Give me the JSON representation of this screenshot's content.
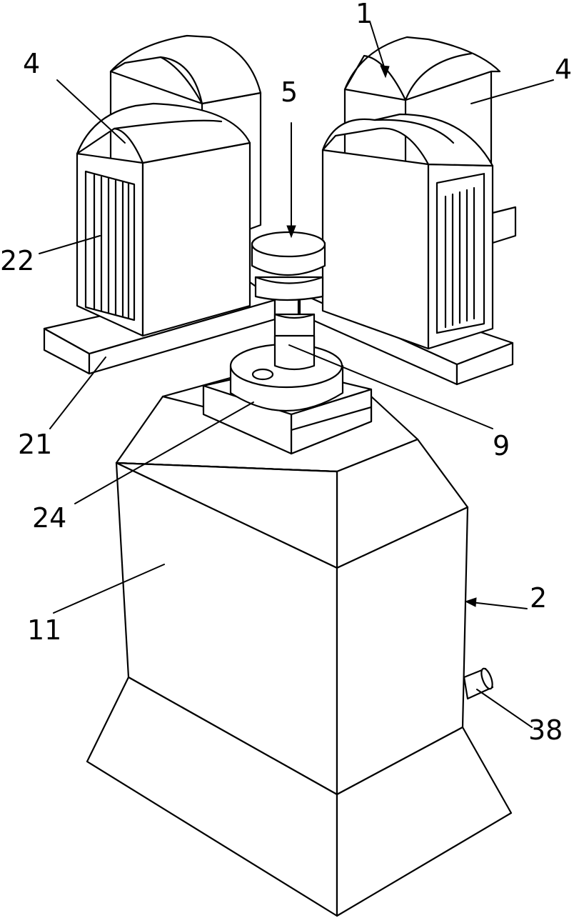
{
  "figure": {
    "labels": {
      "motor_1": "1",
      "housing_2": "2",
      "motor_4_left": "4",
      "motor_4_right": "4",
      "drive_5": "5",
      "shaft_9": "9",
      "body_11": "11",
      "base_21": "21",
      "vent_22": "22",
      "flange_24": "24",
      "pipe_38": "38"
    }
  }
}
